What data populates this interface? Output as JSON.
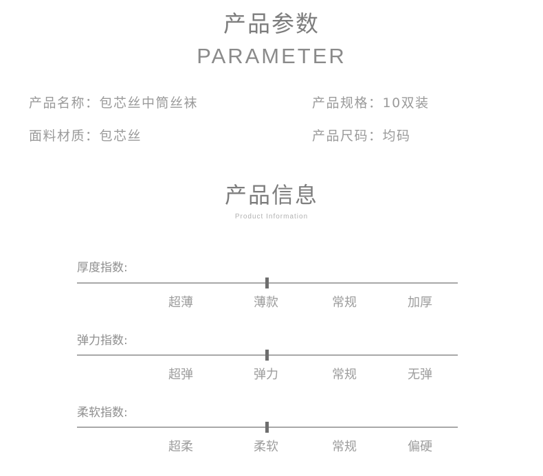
{
  "header": {
    "title_cn": "产品参数",
    "title_en": "PARAMETER"
  },
  "params": {
    "name": "产品名称：包芯丝中筒丝袜",
    "spec": "产品规格：10双装",
    "material": "面料材质：包芯丝",
    "size": "产品尺码：均码"
  },
  "info": {
    "title_cn": "产品信息",
    "title_en": "Product Information"
  },
  "scales": [
    {
      "label": "厚度指数:",
      "options": [
        "超薄",
        "薄款",
        "常规",
        "加厚"
      ],
      "selected": "薄款"
    },
    {
      "label": "弹力指数:",
      "options": [
        "超弹",
        "弹力",
        "常规",
        "无弹"
      ],
      "selected": "弹力"
    },
    {
      "label": "柔软指数:",
      "options": [
        "超柔",
        "柔软",
        "常规",
        "偏硬"
      ],
      "selected": "柔软"
    }
  ]
}
